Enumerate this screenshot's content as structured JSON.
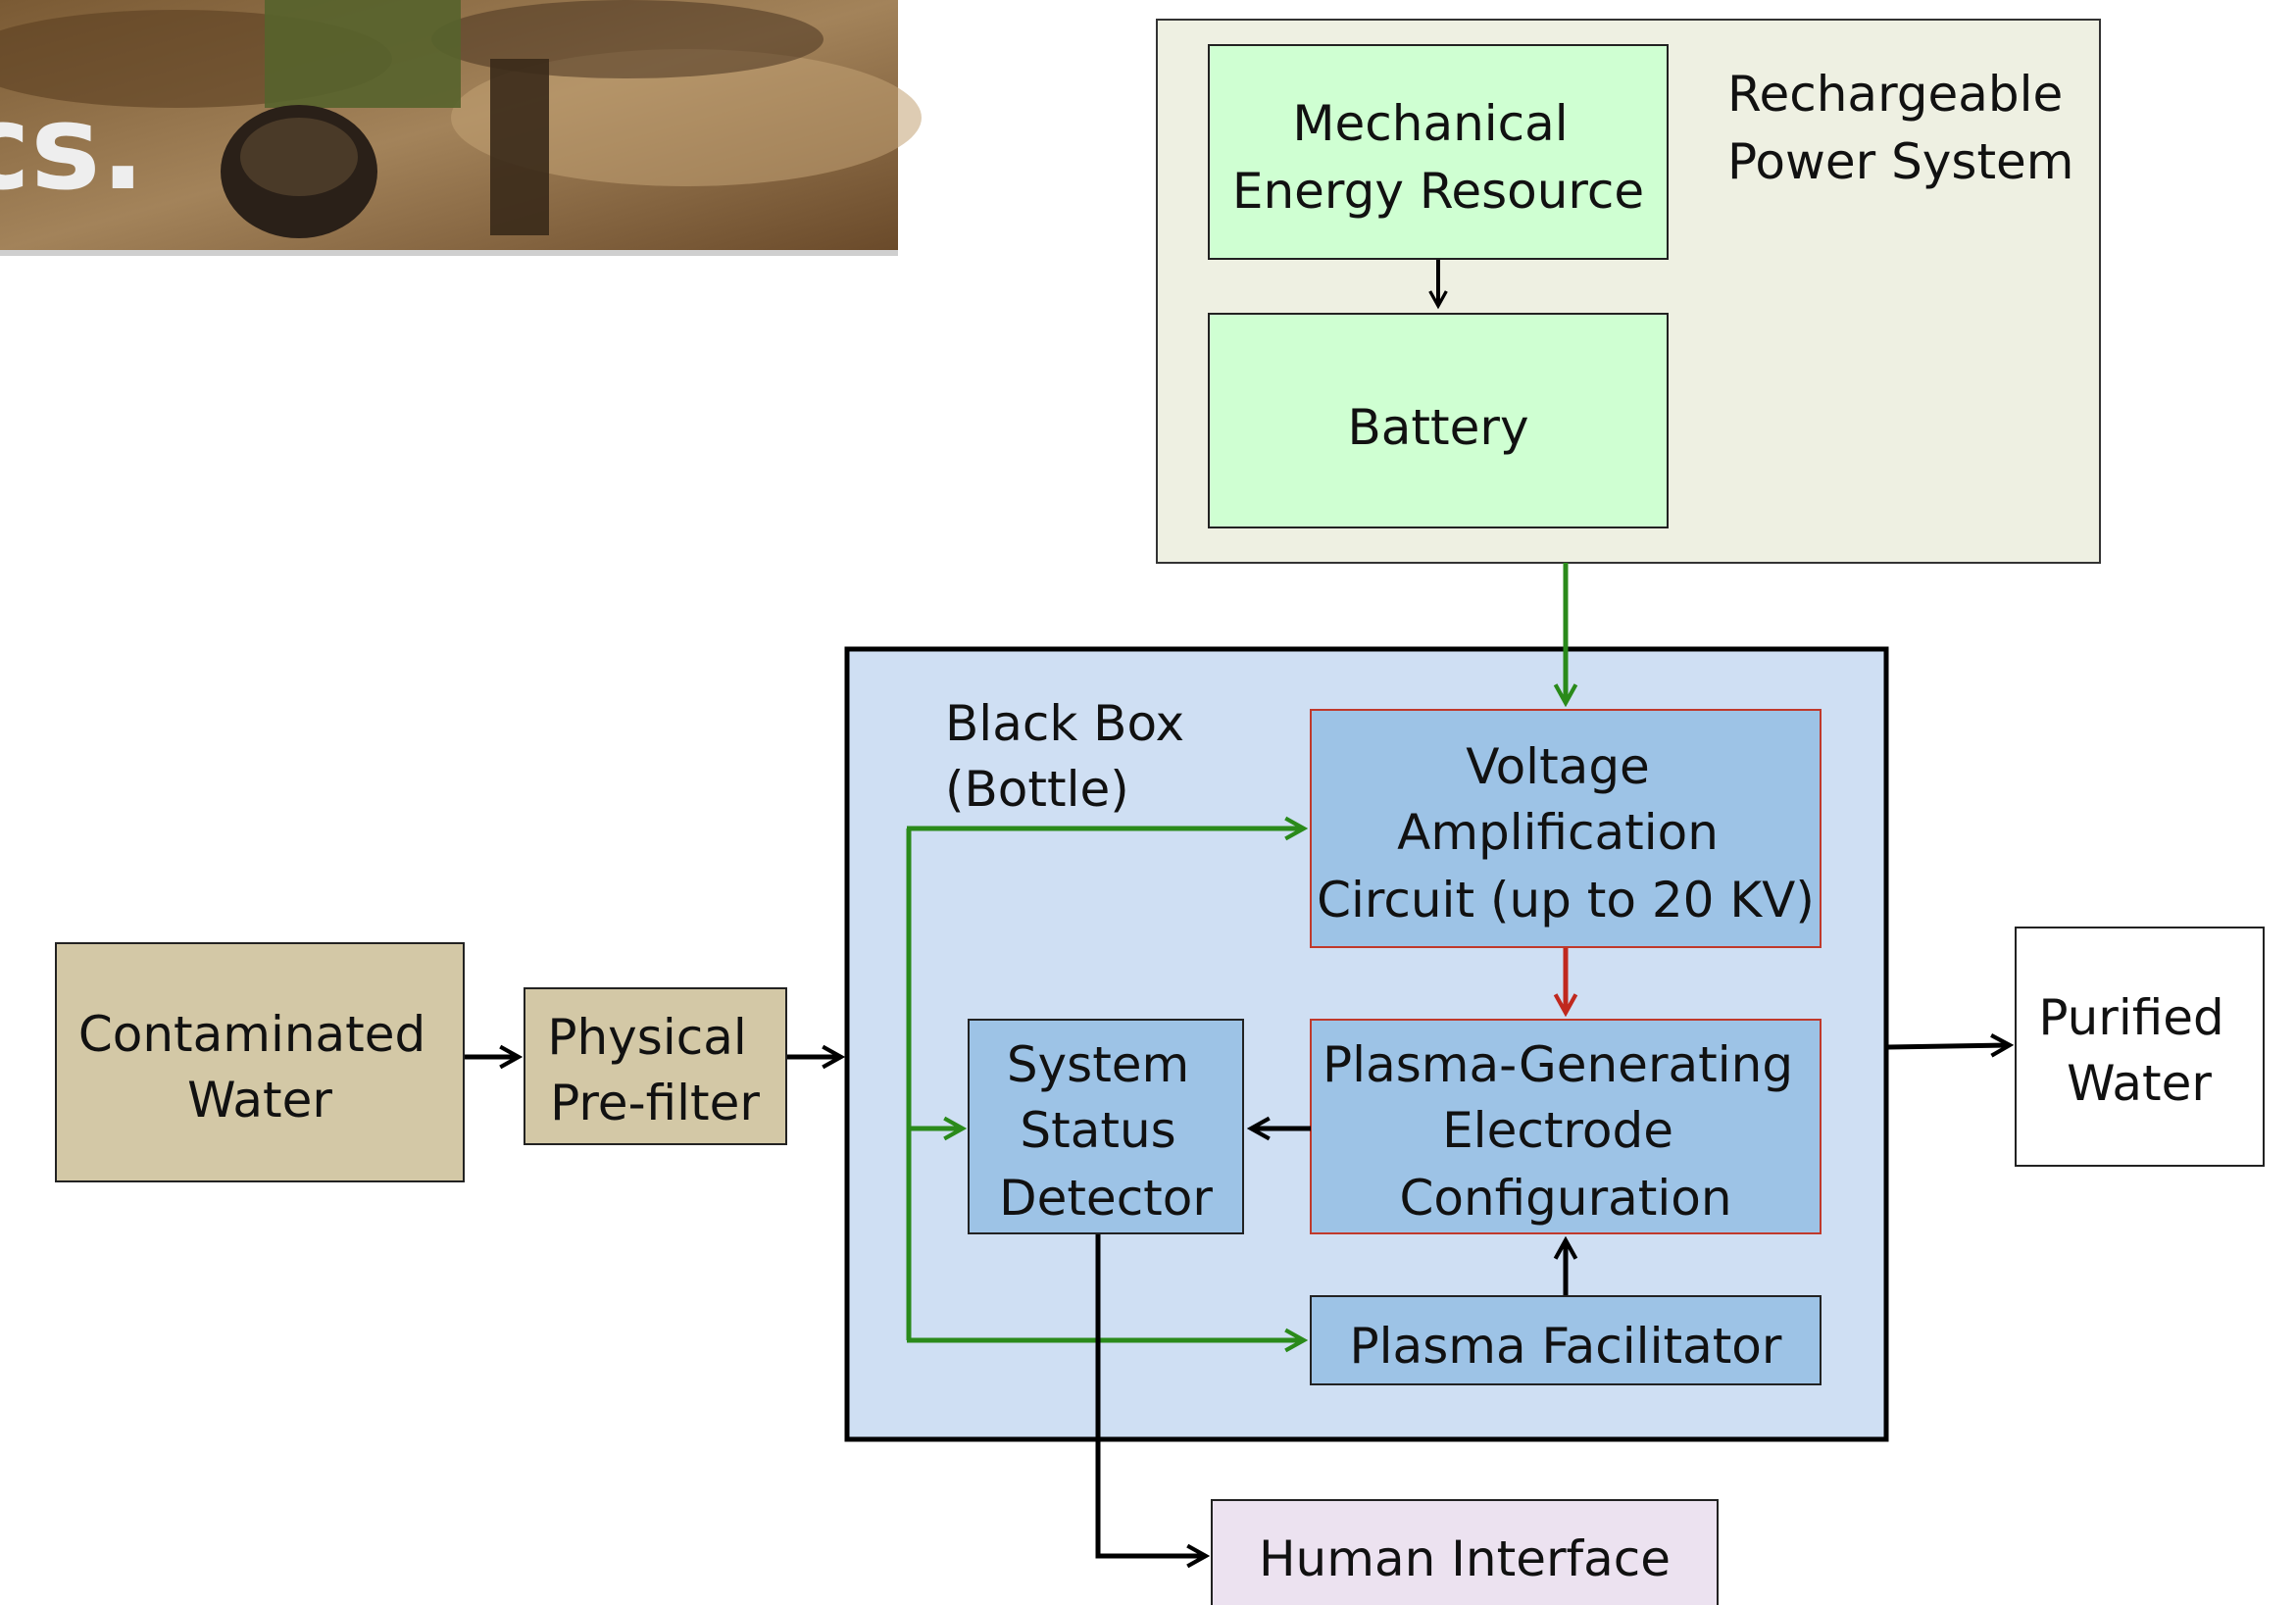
{
  "photo": {
    "caption_fragment": "cs.",
    "colors": {
      "ground": "#8a6a42",
      "shadow": "#3b2a1a",
      "water": "#b39263",
      "clothing": "#5a6a30",
      "pot": "#2a2018"
    }
  },
  "power_system": {
    "title_line1": "Rechargeable",
    "title_line2": "Power System",
    "mechanical_line1": "Mechanical",
    "mechanical_line2": "Energy Resource",
    "battery": "Battery"
  },
  "black_box": {
    "title_line1": "Black Box",
    "title_line2": "(Bottle)",
    "voltage_line1": "Voltage",
    "voltage_line2": "Amplification",
    "voltage_line3": "Circuit (up to 20 KV)",
    "plasma_line1": "Plasma-Generating",
    "plasma_line2": "Electrode",
    "plasma_line3": "Configuration",
    "status_line1": "System",
    "status_line2": "Status",
    "status_line3": "Detector",
    "facilitator": "Plasma Facilitator"
  },
  "inputs": {
    "contaminated_line1": "Contaminated",
    "contaminated_line2": "Water",
    "prefilter_line1": "Physical",
    "prefilter_line2": "Pre-filter"
  },
  "outputs": {
    "purified_line1": "Purified",
    "purified_line2": "Water",
    "human_interface": "Human Interface"
  },
  "colors": {
    "power_bg": "#eef0e2",
    "green_box": "#cfffd2",
    "black_box_bg": "#cfdff3",
    "blue_box": "#9dc3e6",
    "red_border": "#c0392b",
    "tan_box": "#d3c8a6",
    "lavender_box": "#ece2f0",
    "green_arrow": "#2a8a1a",
    "red_arrow": "#c0281e",
    "black_arrow": "#000000"
  }
}
